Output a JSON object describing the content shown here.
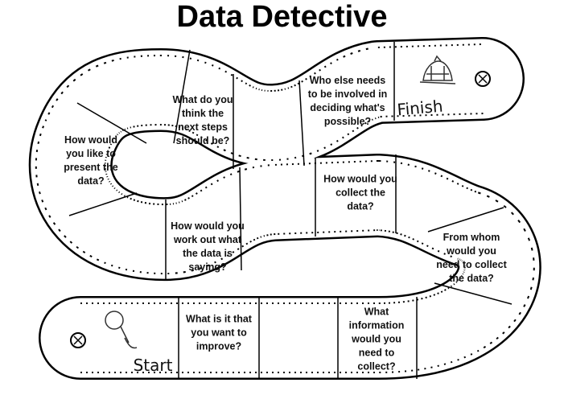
{
  "title": "Data Detective",
  "start_label": "Start",
  "finish_label": "Finish",
  "spaces": [
    {
      "id": "improve",
      "text": "What is it that you want to improve?"
    },
    {
      "id": "information",
      "text": "What information would you need to collect?"
    },
    {
      "id": "from-whom",
      "text": "From whom would you need to collect the data?"
    },
    {
      "id": "collect",
      "text": "How would you collect the data?"
    },
    {
      "id": "work-out",
      "text": "How would you work out what the data is saying?"
    },
    {
      "id": "present",
      "text": "How would you like to present the data?"
    },
    {
      "id": "next-steps",
      "text": "What do you think the next steps should be?"
    },
    {
      "id": "involved",
      "text": "Who else needs to be involved in deciding what's possible?"
    }
  ],
  "icons": {
    "start": "magnifying-glass-icon",
    "finish": "detective-hat-icon",
    "target": "target-icon"
  }
}
